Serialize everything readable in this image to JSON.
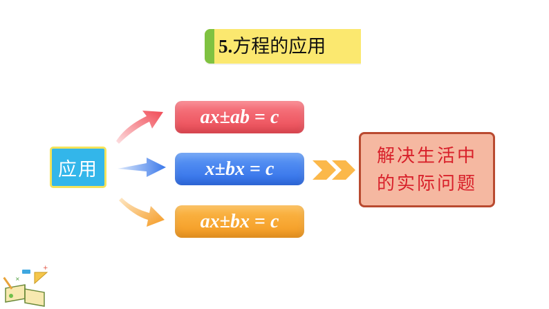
{
  "title": {
    "number": "5.",
    "text": "方程的应用"
  },
  "apply_label": "应用",
  "formulas": [
    {
      "parts": [
        "ax",
        "±",
        "ab",
        " = ",
        "c"
      ]
    },
    {
      "parts": [
        "x",
        "±",
        "bx",
        " = ",
        "c"
      ]
    },
    {
      "parts": [
        "ax",
        "±",
        "bx",
        " = ",
        "c"
      ]
    }
  ],
  "result": {
    "line1": "解决生活中",
    "line2": "的实际问题"
  },
  "colors": {
    "title_bg": "#fbe86f",
    "title_accent": "#7fc241",
    "apply_bg": "#33b6ea",
    "formula_red": "#ea4a55",
    "formula_blue": "#2f6de8",
    "formula_orange": "#f49a21",
    "result_bg": "#f5b8a1",
    "result_border": "#b94a30",
    "result_text": "#d8202a",
    "chevron": "#fbb84a"
  },
  "icons": [
    "arrow-up-right-icon",
    "arrow-right-icon",
    "arrow-down-right-icon",
    "double-chevron-icon",
    "book-stationery-icon"
  ]
}
